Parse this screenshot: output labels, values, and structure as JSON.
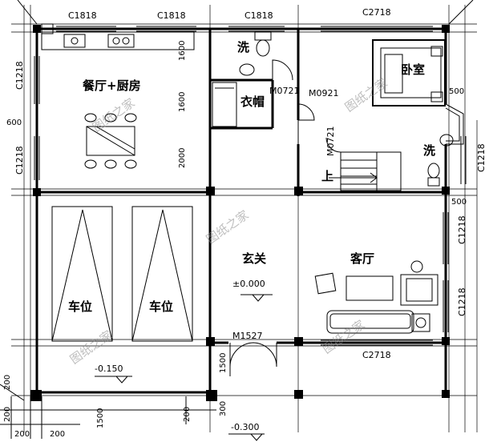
{
  "windows": {
    "top1": "C1818",
    "top2": "C1818",
    "top3": "C1818",
    "top4": "C2718",
    "left1": "C1218",
    "left2": "C1218",
    "right1": "C1218",
    "right2": "C1218",
    "right3": "C1218",
    "bottom": "C2718"
  },
  "doors": {
    "m0721a": "M0721",
    "m0921": "M0921",
    "m0721b": "M0721",
    "m1527": "M1527"
  },
  "rooms": {
    "dining_kitchen": "餐厅+厨房",
    "bath_top": "洗",
    "closet": "衣帽",
    "bedroom": "卧室",
    "bath_right": "洗",
    "stairs_up": "上",
    "foyer": "玄关",
    "living": "客厅",
    "parking1": "车位",
    "parking2": "车位"
  },
  "elevations": {
    "foyer": "±0.000",
    "parking": "-0.150",
    "outside": "-0.300"
  },
  "dimensions": {
    "d600_left": "600",
    "d1600_a": "1600",
    "d1600_b": "1600",
    "d2000": "2000",
    "d500_a": "500",
    "d500_b": "500",
    "d1500_door": "1500",
    "d300": "300",
    "b200_a": "200",
    "b200_b": "200",
    "b200_c": "200",
    "b200_d": "200",
    "b1500": "1500",
    "b200_e": "200"
  },
  "watermark": "图纸之家"
}
